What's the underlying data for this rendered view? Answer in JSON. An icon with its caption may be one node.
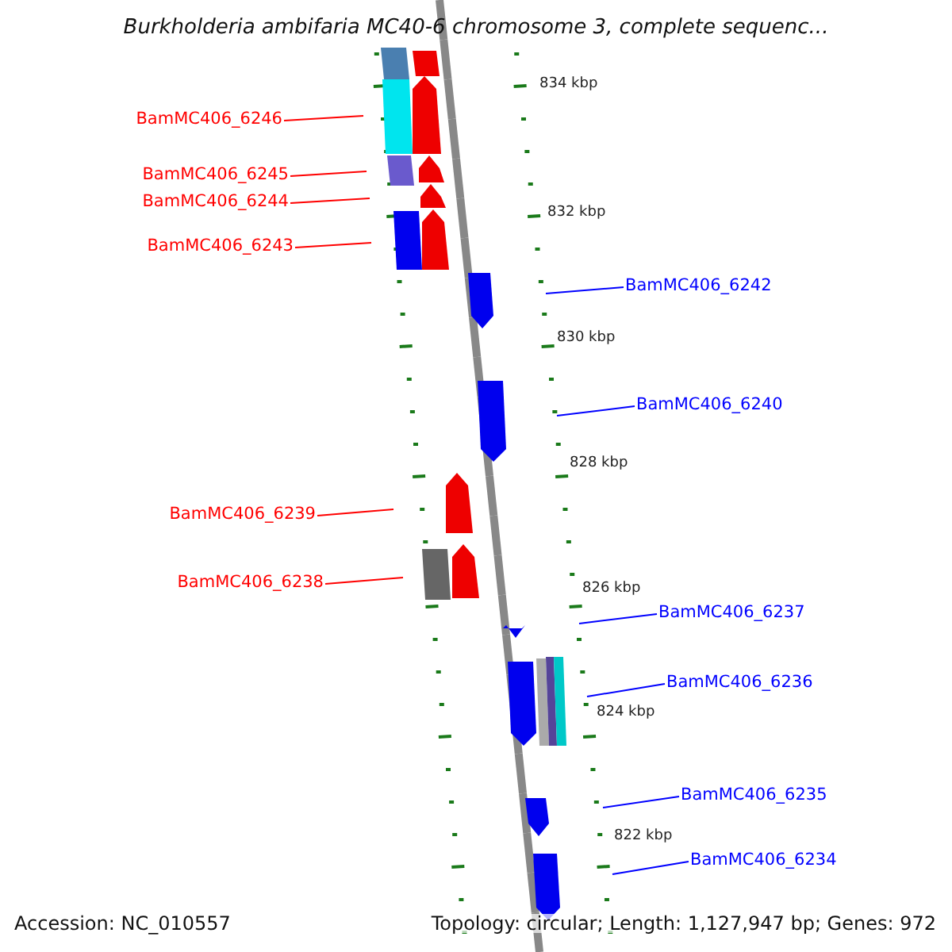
{
  "diagram": {
    "title": "Burkholderia ambifaria MC40-6 chromosome 3, complete sequenc...",
    "nodes": [
      {
        "text": [
          "BamMC406_6246"
        ]
      },
      {
        "text": [
          "BamMC406_6245"
        ]
      },
      {
        "text": [
          "BamMC406_6244"
        ]
      },
      {
        "text": [
          "BamMC406_6243"
        ]
      },
      {
        "text": [
          "BamMC406_6242"
        ]
      },
      {
        "text": [
          "BamMC406_6240"
        ]
      },
      {
        "text": [
          "BamMC406_6239"
        ]
      },
      {
        "text": [
          "BamMC406_6238"
        ]
      },
      {
        "text": [
          "BamMC406_6237"
        ]
      },
      {
        "text": [
          "BamMC406_6236"
        ]
      },
      {
        "text": [
          "BamMC406_6235"
        ]
      },
      {
        "text": [
          "BamMC406_6234"
        ]
      }
    ],
    "edges": [
      {
        "from": 0,
        "to": null,
        "arrow": "none"
      },
      {
        "from": 1,
        "to": null,
        "arrow": "none"
      },
      {
        "from": 2,
        "to": null,
        "arrow": "none"
      },
      {
        "from": 3,
        "to": null,
        "arrow": "none"
      },
      {
        "from": 4,
        "to": null,
        "arrow": "none",
        "color": "#0000ff"
      },
      {
        "from": 5,
        "to": null,
        "arrow": "none",
        "color": "#0000ff"
      },
      {
        "from": 6,
        "to": null,
        "arrow": "none"
      },
      {
        "from": 7,
        "to": null,
        "arrow": "none"
      },
      {
        "from": 8,
        "to": null,
        "arrow": "none",
        "color": "#0000ff"
      },
      {
        "from": 9,
        "to": null,
        "arrow": "none",
        "color": "#0000ff"
      },
      {
        "from": 10,
        "to": null,
        "arrow": "none",
        "color": "#0000ff"
      },
      {
        "from": 11,
        "to": null,
        "arrow": "none",
        "color": "#0000ff"
      }
    ],
    "labels": [
      "834 kbp",
      "832 kbp",
      "830 kbp",
      "828 kbp",
      "826 kbp",
      "824 kbp",
      "822 kbp",
      "Accession: NC_010557",
      "Topology: circular; Length: 1,127,947 bp; Genes: 972"
    ]
  }
}
